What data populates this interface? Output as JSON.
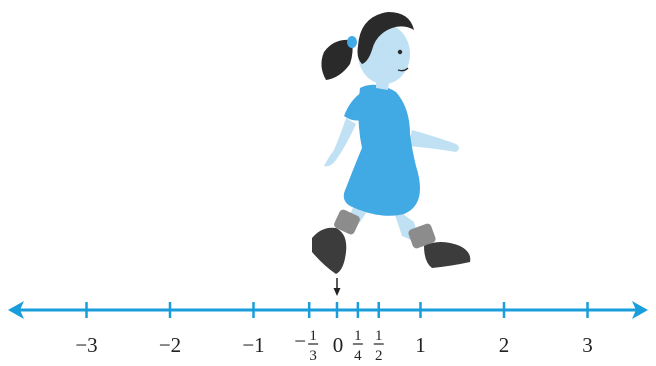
{
  "colors": {
    "line": "#1a9ddb",
    "dress": "#41a9e3",
    "skin": "#bfe1f3",
    "hair": "#2a2a2a",
    "sock": "#8c8c8c",
    "shoe": "#3c3c3c"
  },
  "number_line": {
    "ticks": [
      {
        "value": -3,
        "label": "−3"
      },
      {
        "value": -2,
        "label": "−2"
      },
      {
        "value": -1,
        "label": "−1"
      },
      {
        "value": -0.3333,
        "label": "−",
        "num": "1",
        "den": "3"
      },
      {
        "value": 0,
        "label": "0"
      },
      {
        "value": 0.25,
        "label": "",
        "num": "1",
        "den": "4"
      },
      {
        "value": 0.5,
        "label": "",
        "num": "1",
        "den": "2"
      },
      {
        "value": 1,
        "label": "1"
      },
      {
        "value": 2,
        "label": "2"
      },
      {
        "value": 3,
        "label": "3"
      }
    ],
    "pointer_at": 0,
    "range": [
      -4,
      4
    ]
  },
  "figure": {
    "subject": "girl-walking-icon"
  }
}
